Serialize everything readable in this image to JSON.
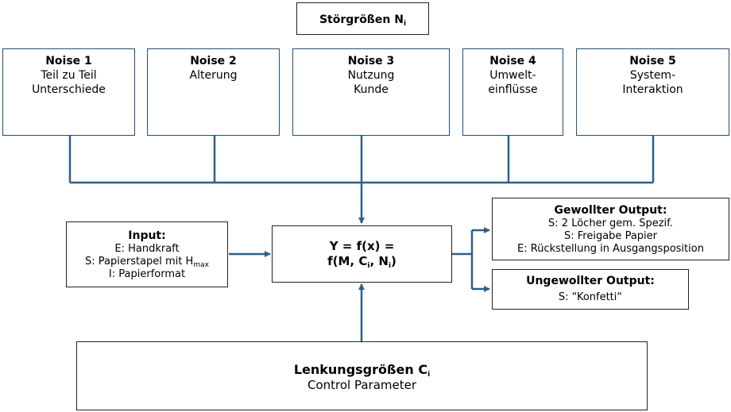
{
  "header": {
    "main": "Störgrößen N",
    "sub": "i"
  },
  "noises": [
    {
      "title": "Noise 1",
      "line1": "Teil zu Teil",
      "line2": "Unterschiede"
    },
    {
      "title": "Noise 2",
      "line1": "Alterung",
      "line2": ""
    },
    {
      "title": "Noise 3",
      "line1": "Nutzung",
      "line2": "Kunde"
    },
    {
      "title": "Noise 4",
      "line1": "Umwelt-",
      "line2": "einflüsse"
    },
    {
      "title": "Noise 5",
      "line1": "System-",
      "line2": "Interaktion"
    }
  ],
  "input": {
    "title": "Input:",
    "line1": "E: Handkraft",
    "line2_main": "S: Papierstapel mit H",
    "line2_sub": "max",
    "line3": "I: Papierformat"
  },
  "function": {
    "line1": "Y = f(x) =",
    "l2a": "f(M, C",
    "l2b": "i",
    "l2c": ", N",
    "l2d": "i",
    "l2e": ")"
  },
  "wanted": {
    "title": "Gewollter Output:",
    "line1": "S: 2 Löcher gem. Spezif.",
    "line2": "S: Freigabe Papier",
    "line3": "E: Rückstellung in Ausgangsposition"
  },
  "unwanted": {
    "title": "Ungewollter Output:",
    "line1": "S: “Konfetti“"
  },
  "control": {
    "title_main": "Lenkungsgrößen C",
    "title_sub": "i",
    "subtitle": "Control Parameter"
  },
  "colors": {
    "connector": "#2e5f8a",
    "noise_border": "#1f4e79",
    "other_border": "#222222"
  }
}
